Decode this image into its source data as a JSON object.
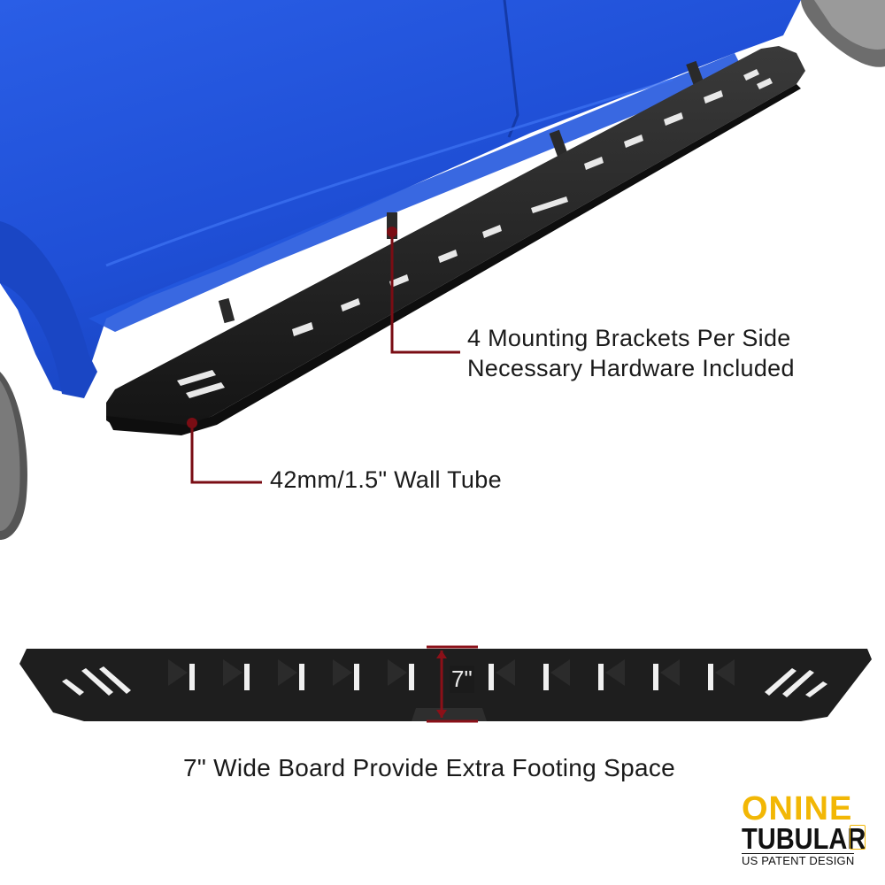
{
  "callouts": {
    "brackets_line1": "4 Mounting Brackets Per Side",
    "brackets_line2": "Necessary Hardware Included",
    "tube": "42mm/1.5\" Wall Tube"
  },
  "dimension_label": "7\"",
  "caption": "7\" Wide Board Provide Extra Footing Space",
  "logo": {
    "line1": "ONINE",
    "line2": "TUBULAR",
    "patent": "US PATENT DESIGN",
    "badge_text": "ONINE"
  },
  "colors": {
    "truck_blue": "#1f4fd6",
    "board_black": "#1e1e1e",
    "callout_red": "#7a0d14",
    "logo_yellow": "#f2b705"
  }
}
